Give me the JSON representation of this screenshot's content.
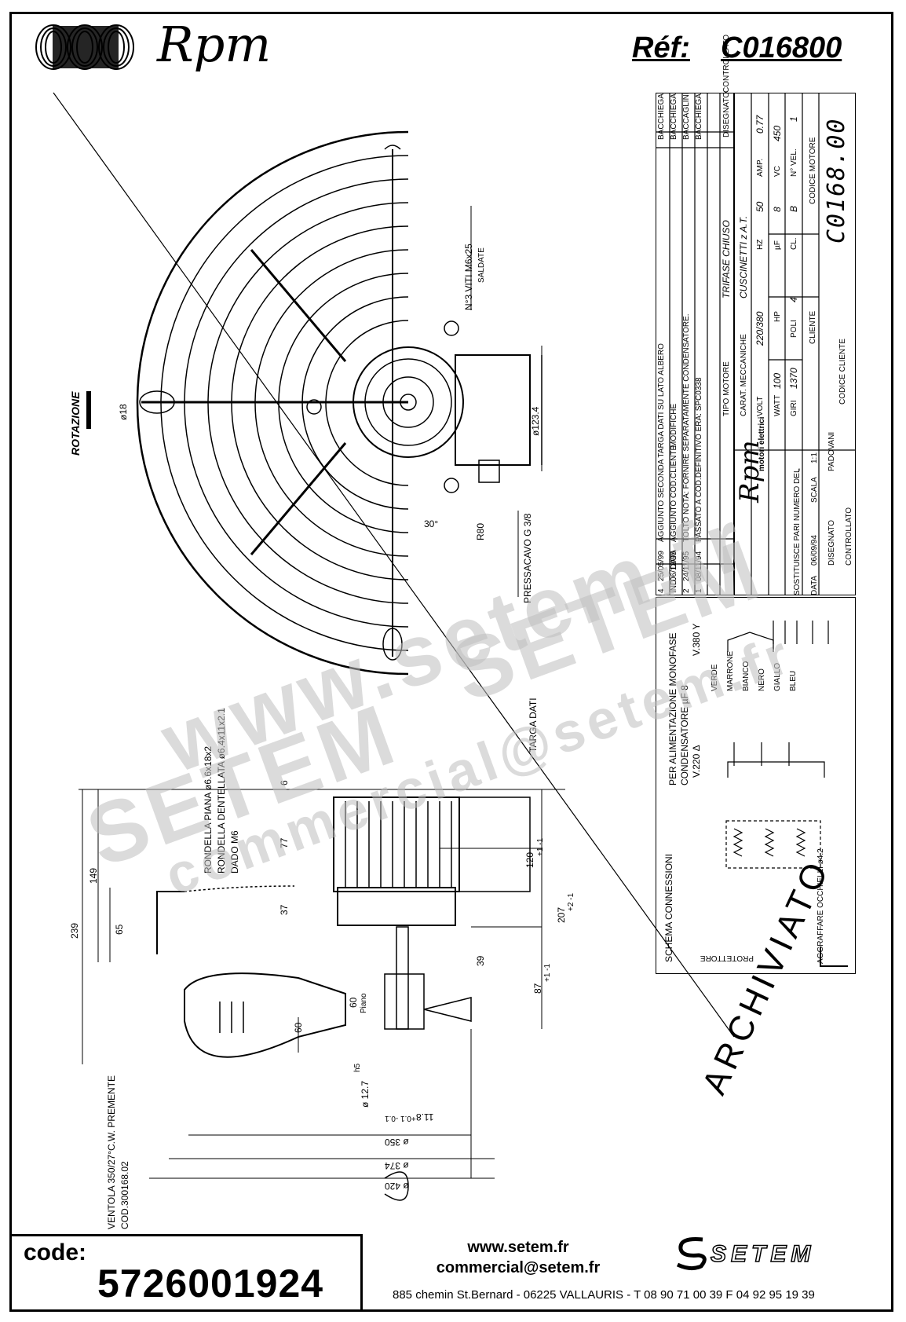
{
  "header": {
    "brand": "Rpm",
    "ref_label": "Réf:",
    "ref_value": "C016800"
  },
  "drawing": {
    "rotation_label": "ROTAZIONE",
    "dia_18": "ø18",
    "screws_note": "N°3 VITI M6x25",
    "screws_note2": "SALDATE",
    "dia_123": "ø123.4",
    "r80": "R80",
    "angle_30": "30°",
    "pressacavo": "PRESSACAVO G 3/8",
    "targa_dati": "TARGA DATI",
    "rondella_piana": "RONDELLA PIANA ø6.6x18x2",
    "rondella_dentellata": "RONDELLA DENTELLATA ø6.4x11x2.1",
    "dado": "DADO M6",
    "dim_6": "6",
    "dim_77": "77",
    "dim_37": "37",
    "dim_149": "149",
    "dim_239": "239",
    "dim_65": "65",
    "dim_39": "39",
    "dim_120": "120",
    "dim_120_tol": "+1 -1",
    "dim_207": "207",
    "dim_207_tol": "+2 -1",
    "dim_87": "87",
    "dim_87_tol": "+1 -1",
    "dim_60a": "60",
    "dim_60b": "60",
    "piano": "Piano",
    "dim_12_7": "ø 12.7",
    "dim_12_7_tol": "h5",
    "dim_11_8": "11.8",
    "dim_11_8_tol": "+0.1 -0.1",
    "dim_350": "ø 350",
    "dim_374": "ø 374",
    "dim_420": "ø 420",
    "ventola": "VENTOLA 350/27°C.W. PREMENTE",
    "ventola_cod": "COD.300168.02",
    "archiviato": "ARCHIVIATO"
  },
  "title_block": {
    "revisions": [
      {
        "n": "4",
        "date": "25/05/99",
        "desc": "AGGIUNTO SECONDA TARGA DATI SU LATO ALBERO",
        "by": "BACCHIEGA"
      },
      {
        "n": "3",
        "date": "06/12/95",
        "desc": "AGGIUNTO COD.CLIENTE",
        "by": "BACCHIEGA"
      },
      {
        "n": "2",
        "date": "24/11/95",
        "desc": "TOLTO NOTA: FORNIRE SEPARATAMENTE CONDENSATORE.",
        "by": "BACCAGLINI"
      },
      {
        "n": "1",
        "date": "08/11/94",
        "desc": "PASSATO A COD.DEFINITIVO ERA: SPC0338",
        "by": "BACCHIEGA"
      }
    ],
    "col_ind": "IND.",
    "col_data": "DATA",
    "col_modifiche": "MODIFICHE",
    "col_disegnato": "DISEGNATO",
    "col_controllato": "CONTROLLATO",
    "tipo_motore_label": "TIPO MOTORE",
    "tipo_motore_value": "TRIFASE CHIUSO",
    "carat_label": "CARAT. MECCANICHE",
    "carat_value": "CUSCINETTI z A.T.",
    "volt_label": "VOLT",
    "volt_value": "220/380",
    "hz_label": "HZ",
    "hz_value": "50",
    "amp_label": "AMP.",
    "amp_value": "0.77",
    "watt_label": "WATT",
    "watt_value": "100",
    "hp_label": "HP",
    "uf_label": "µF",
    "uf_value": "8",
    "vc_label": "VC",
    "vc_value": "450",
    "giri_label": "GIRI",
    "giri_value": "1370",
    "poli_label": "POLI",
    "poli_value": "4",
    "cl_label": "CL.",
    "cl_value": "B",
    "nvel_label": "N° VEL.",
    "nvel_value": "1",
    "cliente_label": "CLIENTE",
    "codice_motore_label": "CODICE MOTORE",
    "codice_motore_value": "C0168.00",
    "sostituisce_label": "SOSTITUISCE PARI NUMERO DEL",
    "sostituisce_value": "-",
    "data_label": "DATA",
    "data_value": "06/09/94",
    "scala_label": "SCALA",
    "scala_value": "1:1",
    "disegnato_label": "DISEGNATO",
    "disegnato_value": "PADOVANI",
    "controllato_label": "CONTROLLATO",
    "codice_cliente_label": "CODICE CLIENTE",
    "brand": "Rpm",
    "brand_sub": "motori elettrici"
  },
  "schema": {
    "title": "SCHEMA CONNESSIONI",
    "alim": "PER ALIMENTAZIONE MONOFASE",
    "cond": "CONDENSATORE µF 8",
    "v220": "V.220 Δ",
    "v380": "V.380 Y",
    "protettore": "PROTETTORE",
    "agraffare": "AGGRAFFARE OCCHIELLI ø4.2",
    "wires": [
      "VERDE",
      "MARRONE",
      "BIANCO",
      "NERO",
      "GIALLO",
      "BLEU"
    ]
  },
  "watermark": {
    "line1": "www.setem.fr",
    "line2": "SETEM",
    "line3": "SETEM",
    "line4": "commercial@setem.fr"
  },
  "footer": {
    "code_label": "code:",
    "code_value": "5726001924",
    "website": "www.setem.fr",
    "email": "commercial@setem.fr",
    "company": "SETEM",
    "address": "885 chemin St.Bernard  -  06225 VALLAURIS  -  T 08 90 71 00 39   F 04 92 95 19 39"
  }
}
